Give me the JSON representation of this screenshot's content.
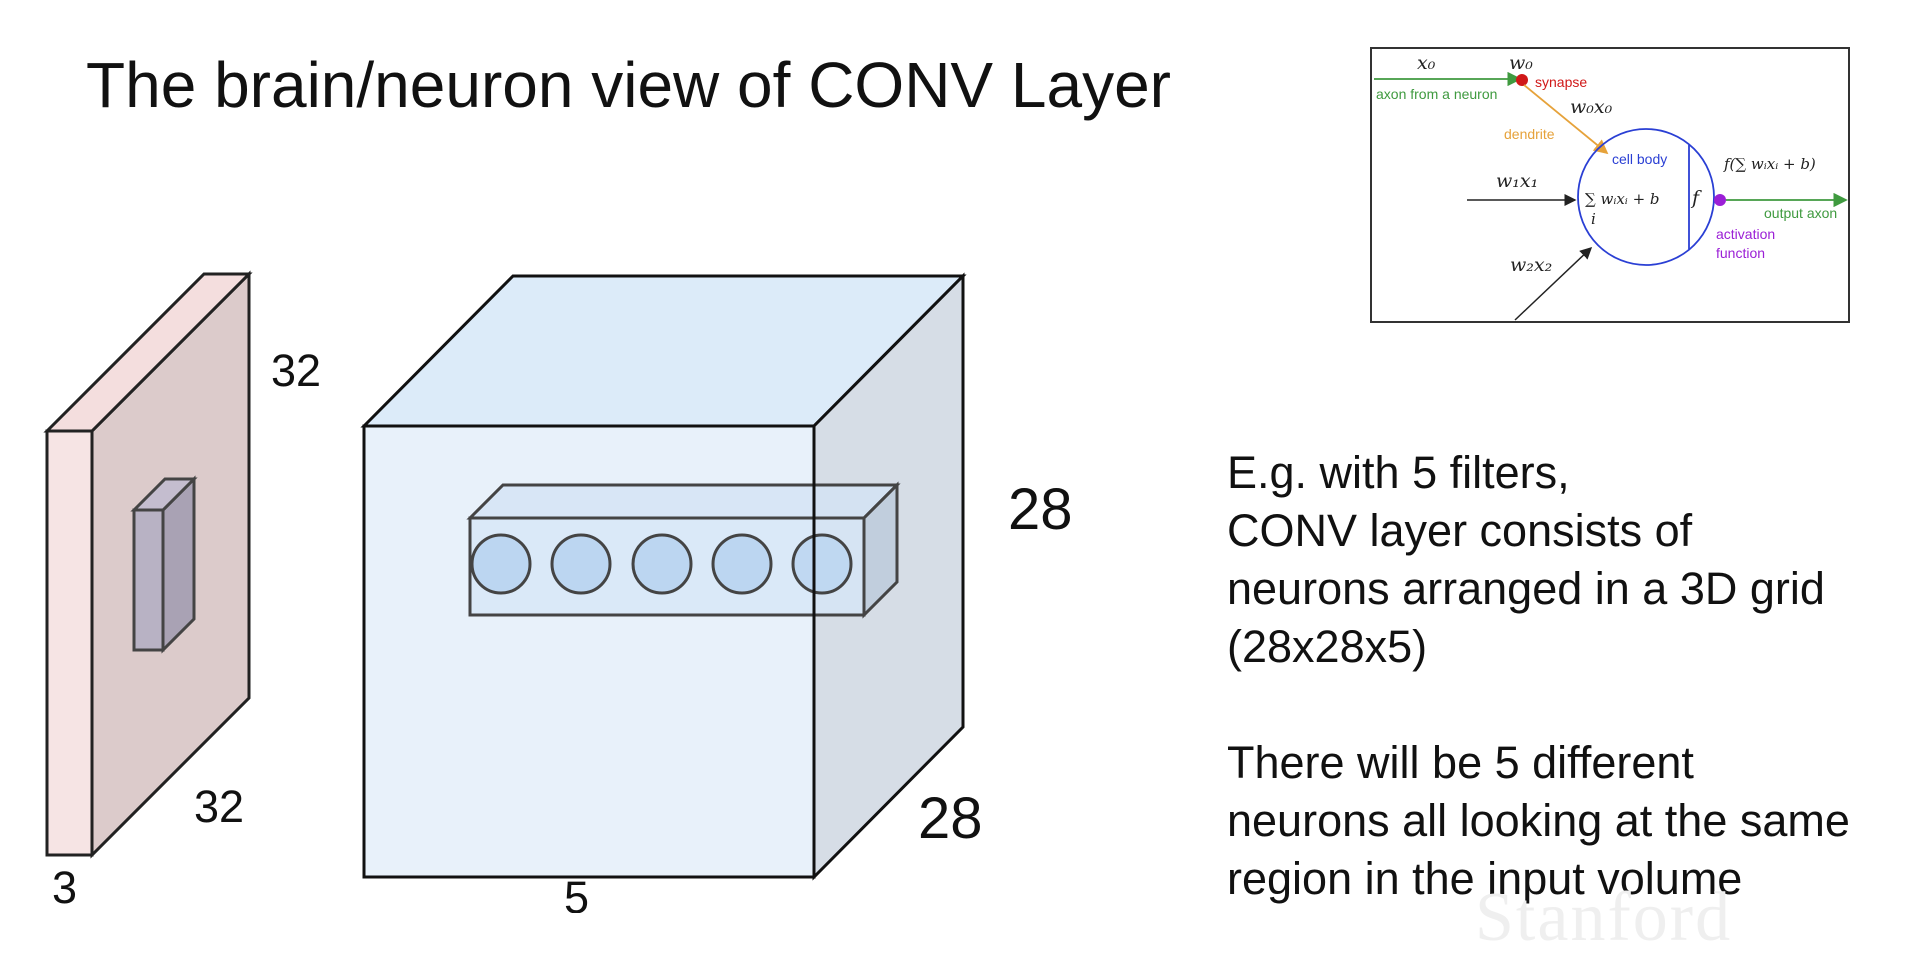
{
  "title": "The brain/neuron view of CONV Layer",
  "input_volume": {
    "height_label": "32",
    "width_label": "32",
    "depth_label": "3"
  },
  "output_volume": {
    "height_label": "28",
    "width_label": "28",
    "depth_label": "5",
    "neuron_count": 5
  },
  "neuron_diagram": {
    "x0": "x₀",
    "w0": "w₀",
    "synapse": "synapse",
    "axon_from_neuron": "axon from a neuron",
    "w0x0": "w₀x₀",
    "dendrite": "dendrite",
    "cell_body": "cell body",
    "w1x1": "w₁x₁",
    "w2x2": "w₂x₂",
    "sum": "∑ wᵢxᵢ + b",
    "sum_index": "i",
    "f": "f",
    "f_out": "f(∑ wᵢxᵢ + b)",
    "output_axon": "output axon",
    "activation_1": "activation",
    "activation_2": "function"
  },
  "description": {
    "line1": "E.g. with 5 filters,",
    "line2": "CONV layer consists of",
    "line3": "neurons arranged in a 3D grid",
    "line4": "(28x28x5)",
    "line5": "There will be 5 different",
    "line6": "neurons all looking at the same",
    "line7": "region in the input volume"
  },
  "watermark": "Stanford",
  "colors": {
    "input_front": "#f6e4e4",
    "input_side": "#dccbcb",
    "input_top": "#f4dede",
    "output_front": "#e4eef9",
    "output_side": "#d6dde6",
    "output_top": "#dcebf9",
    "neuron_fill": "#bcd6f1",
    "axon_green": "#3f9a3f",
    "synapse_red": "#d01818",
    "dendrite_orange": "#e6a23a",
    "cell_blue": "#2a3fd4",
    "activation_purple": "#9b1fd6"
  }
}
